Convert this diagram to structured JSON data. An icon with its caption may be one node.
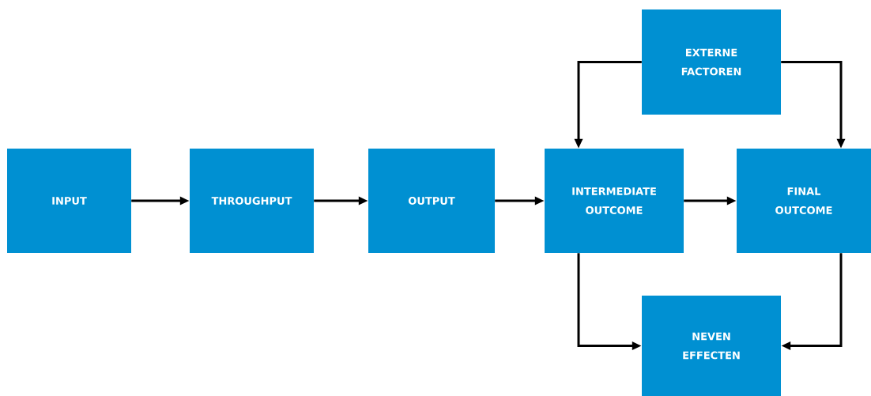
{
  "diagram": {
    "nodes": [
      {
        "text": [
          "INPUT"
        ]
      },
      {
        "text": [
          "THROUGHPUT"
        ]
      },
      {
        "text": [
          "OUTPUT"
        ]
      },
      {
        "text": [
          "INTERMEDIATE OUTCOME"
        ]
      },
      {
        "text": [
          "EXTERNE FACTOREN"
        ]
      },
      {
        "text": [
          "FINAL OUTCOME"
        ]
      },
      {
        "text": [
          "NEVEN EFFECTEN"
        ]
      }
    ],
    "edges": [
      {
        "from": 0,
        "to": 1,
        "arrow": "to"
      },
      {
        "from": 1,
        "to": 2,
        "arrow": "to"
      },
      {
        "from": 2,
        "to": 3,
        "arrow": "to"
      },
      {
        "from": 3,
        "to": 5,
        "arrow": "to"
      },
      {
        "from": 4,
        "to": 3,
        "arrow": "to"
      },
      {
        "from": 4,
        "to": 5,
        "arrow": "to"
      },
      {
        "from": 3,
        "to": 6,
        "arrow": "to"
      },
      {
        "from": 5,
        "to": 6,
        "arrow": "to"
      }
    ]
  }
}
